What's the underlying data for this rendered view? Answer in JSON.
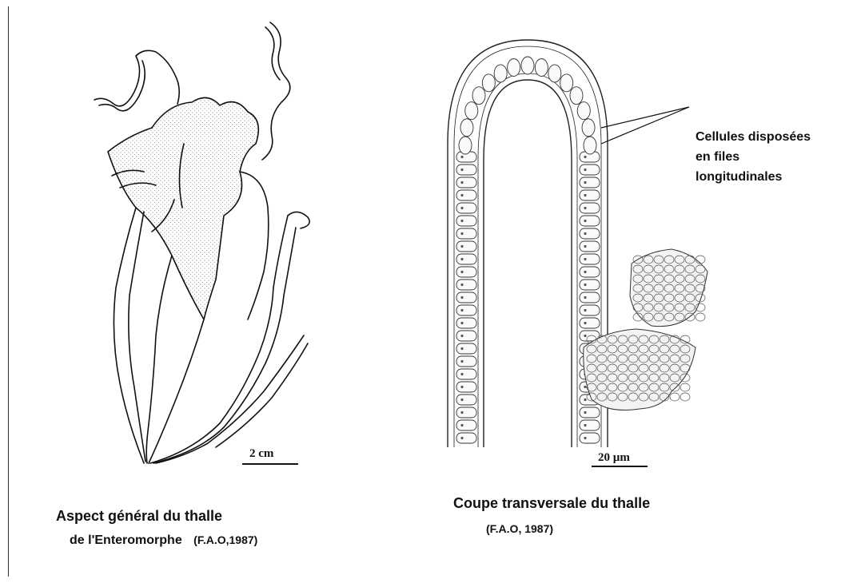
{
  "left_panel": {
    "scale_label": "2 cm",
    "caption_line1": "Aspect général du thalle",
    "caption_line2": "de l'Enteromorphe",
    "caption_source": "(F.A.O,1987)"
  },
  "right_panel": {
    "annotation_line1": "Cellules disposées",
    "annotation_line2": "en files",
    "annotation_line3": "longitudinales",
    "scale_label": "20 µm",
    "caption_line1": "Coupe transversale du thalle",
    "caption_source": "(F.A.O, 1987)"
  }
}
